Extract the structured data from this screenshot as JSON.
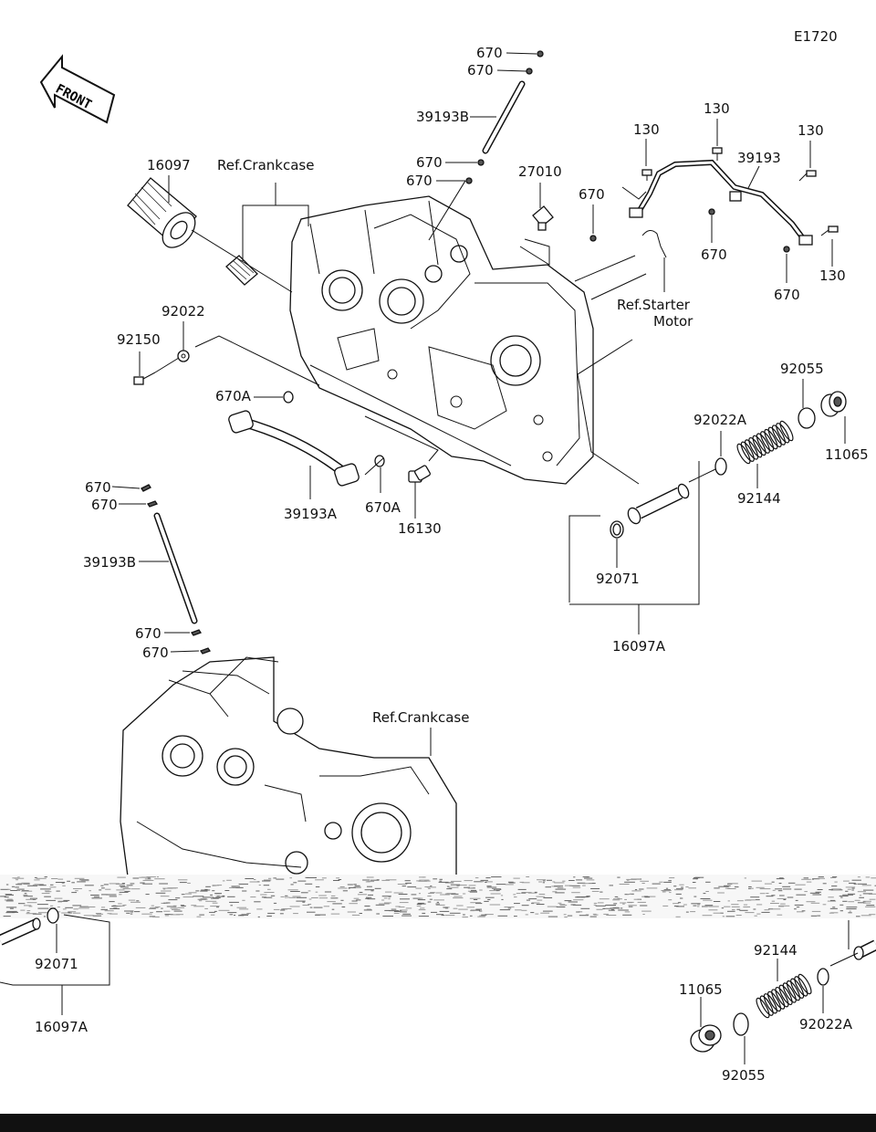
{
  "diagram_code": "E1720",
  "front_label": "FRONT",
  "refs": {
    "crankcase_top": "Ref.Crankcase",
    "crankcase_bottom": "Ref.Crankcase",
    "starter_line1": "Ref.Starter",
    "starter_line2": "Motor"
  },
  "labels": {
    "p670_a": "670",
    "p670_b": "670",
    "p39193B_top": "39193B",
    "p670_c": "670",
    "p670_d": "670",
    "p27010": "27010",
    "p16097": "16097",
    "p130_a": "130",
    "p130_b": "130",
    "p130_c": "130",
    "p130_d": "130",
    "p39193": "39193",
    "p670_e": "670",
    "p670_f": "670",
    "p670_g": "670",
    "p92022": "92022",
    "p92150": "92150",
    "p670A_a": "670A",
    "p670A_b": "670A",
    "p39193A": "39193A",
    "p16130": "16130",
    "p92055": "92055",
    "p11065": "11065",
    "p92022A": "92022A",
    "p92144": "92144",
    "p92071": "92071",
    "p16097A": "16097A",
    "p670_h": "670",
    "p670_i": "670",
    "p39193B_left": "39193B",
    "p670_j": "670",
    "p670_k": "670",
    "p92071_b": "92071",
    "p16097A_b": "16097A",
    "p11065_b": "11065",
    "p92144_b": "92144",
    "p92055_b": "92055",
    "p92022A_b": "92022A"
  }
}
